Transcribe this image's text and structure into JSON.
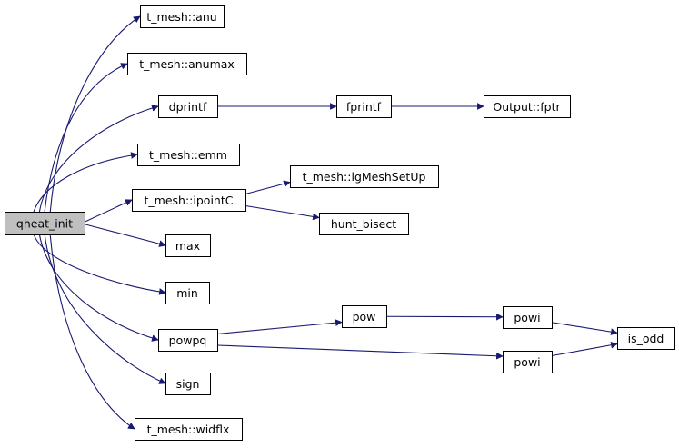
{
  "colors": {
    "node_fill": "#ffffff",
    "root_fill": "#bfbfbf",
    "edge_stroke": "#191970"
  },
  "nodes": {
    "qheat_init": "qheat_init",
    "anu": "t_mesh::anu",
    "anumax": "t_mesh::anumax",
    "dprintf": "dprintf",
    "fprintf": "fprintf",
    "fptr": "Output::fptr",
    "emm": "t_mesh::emm",
    "ipointC": "t_mesh::ipointC",
    "lgMeshSetUp": "t_mesh::lgMeshSetUp",
    "hunt_bisect": "hunt_bisect",
    "max": "max",
    "min": "min",
    "powpq": "powpq",
    "pow": "pow",
    "powi_1": "powi",
    "powi_2": "powi",
    "is_odd": "is_odd",
    "sign": "sign",
    "widflx": "t_mesh::widflx"
  },
  "edges": [
    [
      "qheat_init",
      "anu"
    ],
    [
      "qheat_init",
      "anumax"
    ],
    [
      "qheat_init",
      "dprintf"
    ],
    [
      "qheat_init",
      "emm"
    ],
    [
      "qheat_init",
      "ipointC"
    ],
    [
      "qheat_init",
      "max"
    ],
    [
      "qheat_init",
      "min"
    ],
    [
      "qheat_init",
      "powpq"
    ],
    [
      "qheat_init",
      "sign"
    ],
    [
      "qheat_init",
      "widflx"
    ],
    [
      "dprintf",
      "fprintf"
    ],
    [
      "fprintf",
      "fptr"
    ],
    [
      "ipointC",
      "lgMeshSetUp"
    ],
    [
      "ipointC",
      "hunt_bisect"
    ],
    [
      "powpq",
      "pow"
    ],
    [
      "powpq",
      "powi_2"
    ],
    [
      "pow",
      "powi_1"
    ],
    [
      "powi_1",
      "is_odd"
    ],
    [
      "powi_2",
      "is_odd"
    ]
  ]
}
